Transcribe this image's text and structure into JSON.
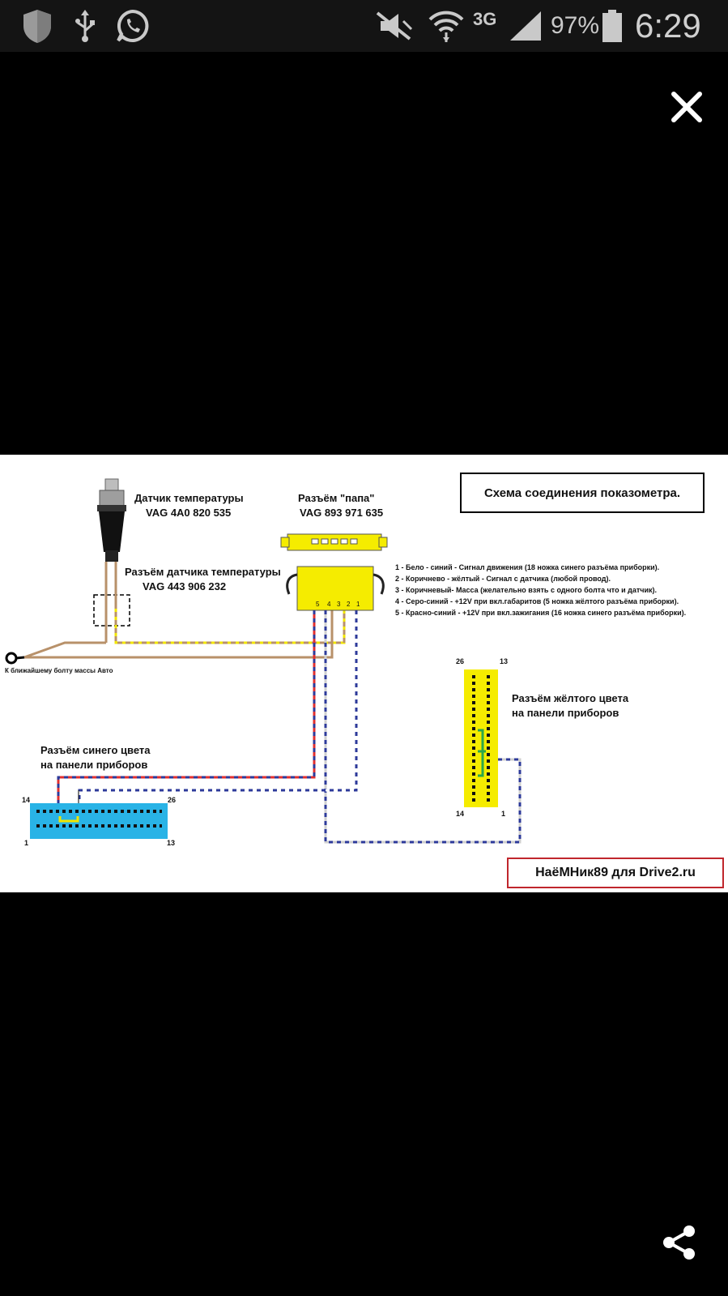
{
  "status_bar": {
    "icons": [
      "shield-icon",
      "usb-icon",
      "whatsapp-icon",
      "mute-icon",
      "wifi-icon",
      "network-3g-icon",
      "signal-icon",
      "battery-icon"
    ],
    "network_type": "3G",
    "battery_percent": "97%",
    "battery_level": 0.97,
    "time": "6:29"
  },
  "viewer": {
    "close_icon": "close-icon",
    "share_icon": "share-icon"
  },
  "diagram": {
    "title": "Схема соединения показометра.",
    "credit": "НаёМНик89 для Drive2.ru",
    "sensor": {
      "label": "Датчик температуры",
      "part": "VAG 4A0 820 535"
    },
    "sensor_connector": {
      "label": "Разъём датчика температуры",
      "part": "VAG 443 906 232"
    },
    "male_connector": {
      "label": "Разъём  \"папа\"",
      "part": "VAG 893 971 635",
      "pins": [
        "5",
        "4",
        "3",
        "2",
        "1"
      ]
    },
    "ground_label": "К ближайшему болту массы Авто",
    "legend": [
      "1 - Бело - синий  - Сигнал движения (18 ножка синего разъёма приборки).",
      "2 - Коричнево - жёлтый  - Сигнал с датчика (любой провод).",
      "3 - Коричневый- Масса (желательно взять с одного болта что и датчик).",
      "4 - Серо-синий - +12V при вкл.габаритов (5 ножка жёлтого разъёма приборки).",
      "5 - Красно-синий - +12V при вкл.зажигания (16 ножка синего разъёма приборки)."
    ],
    "yellow_connector": {
      "label_line1": "Разъём жёлтого цвета",
      "label_line2": "на панели приборов",
      "pin_top_left": "26",
      "pin_top_right": "13",
      "pin_bottom_left": "14",
      "pin_bottom_right": "1"
    },
    "blue_connector": {
      "label_line1": "Разъём синего цвета",
      "label_line2": "на панели приборов",
      "pin_top_left": "14",
      "pin_top_right": "26",
      "pin_bottom_left": "1",
      "pin_bottom_right": "13"
    },
    "colors": {
      "wire_brown": "#b8916a",
      "wire_yellow_dash": "#f2e600",
      "wire_red": "#e03030",
      "wire_blue": "#2d3a9a",
      "connector_yellow": "#f5ec00",
      "connector_blue": "#29b3e6",
      "credit_border": "#c0272d"
    }
  }
}
